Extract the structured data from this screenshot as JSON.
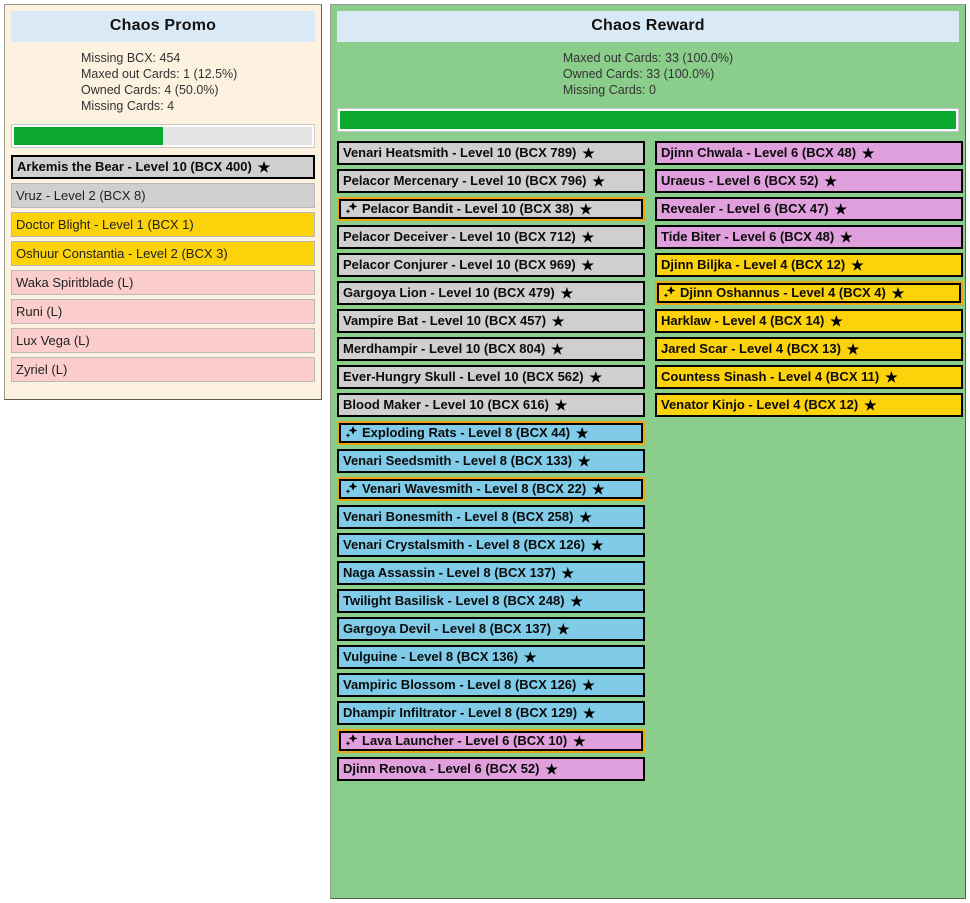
{
  "promo": {
    "title": "Chaos Promo",
    "stats": [
      "Missing BCX: 454",
      "Maxed out Cards: 1 (12.5%)",
      "Owned Cards: 4 (50.0%)",
      "Missing Cards: 4"
    ],
    "progress_percent": 50,
    "progress_color": "#0aa82c",
    "cards": [
      {
        "label": "Arkemis the Bear - Level 10 (BCX 400)",
        "rarity": "common",
        "maxed": true,
        "gold_foil": false,
        "style": "boxed"
      },
      {
        "label": "Vruz - Level 2 (BCX 8)",
        "rarity": "common",
        "maxed": false,
        "gold_foil": false,
        "style": "plain"
      },
      {
        "label": "Doctor Blight - Level 1 (BCX 1)",
        "rarity": "legendary",
        "maxed": false,
        "gold_foil": false,
        "style": "plain"
      },
      {
        "label": "Oshuur Constantia - Level 2 (BCX 3)",
        "rarity": "legendary",
        "maxed": false,
        "gold_foil": false,
        "style": "plain"
      },
      {
        "label": "Waka Spiritblade (L)",
        "rarity": "missing",
        "maxed": false,
        "gold_foil": false,
        "style": "plain"
      },
      {
        "label": "Runi (L)",
        "rarity": "missing",
        "maxed": false,
        "gold_foil": false,
        "style": "plain"
      },
      {
        "label": "Lux Vega (L)",
        "rarity": "missing",
        "maxed": false,
        "gold_foil": false,
        "style": "plain"
      },
      {
        "label": "Zyriel (L)",
        "rarity": "missing",
        "maxed": false,
        "gold_foil": false,
        "style": "plain"
      }
    ]
  },
  "reward": {
    "title": "Chaos Reward",
    "stats": [
      "Maxed out Cards: 33 (100.0%)",
      "Owned Cards: 33 (100.0%)",
      "Missing Cards: 0"
    ],
    "progress_percent": 100,
    "progress_color": "#0aa82c",
    "column_left": [
      {
        "label": "Venari Heatsmith - Level 10 (BCX 789)",
        "rarity": "common",
        "maxed": true,
        "gold_foil": false
      },
      {
        "label": "Pelacor Mercenary - Level 10 (BCX 796)",
        "rarity": "common",
        "maxed": true,
        "gold_foil": false
      },
      {
        "label": "Pelacor Bandit - Level 10 (BCX 38)",
        "rarity": "common",
        "maxed": true,
        "gold_foil": true
      },
      {
        "label": "Pelacor Deceiver - Level 10 (BCX 712)",
        "rarity": "common",
        "maxed": true,
        "gold_foil": false
      },
      {
        "label": "Pelacor Conjurer - Level 10 (BCX 969)",
        "rarity": "common",
        "maxed": true,
        "gold_foil": false
      },
      {
        "label": "Gargoya Lion - Level 10 (BCX 479)",
        "rarity": "common",
        "maxed": true,
        "gold_foil": false
      },
      {
        "label": "Vampire Bat - Level 10 (BCX 457)",
        "rarity": "common",
        "maxed": true,
        "gold_foil": false
      },
      {
        "label": "Merdhampir - Level 10 (BCX 804)",
        "rarity": "common",
        "maxed": true,
        "gold_foil": false
      },
      {
        "label": "Ever-Hungry Skull - Level 10 (BCX 562)",
        "rarity": "common",
        "maxed": true,
        "gold_foil": false
      },
      {
        "label": "Blood Maker - Level 10 (BCX 616)",
        "rarity": "common",
        "maxed": true,
        "gold_foil": false
      },
      {
        "label": "Exploding Rats - Level 8 (BCX 44)",
        "rarity": "rare",
        "maxed": true,
        "gold_foil": true
      },
      {
        "label": "Venari Seedsmith - Level 8 (BCX 133)",
        "rarity": "rare",
        "maxed": true,
        "gold_foil": false
      },
      {
        "label": "Venari Wavesmith - Level 8 (BCX 22)",
        "rarity": "rare",
        "maxed": true,
        "gold_foil": true
      },
      {
        "label": "Venari Bonesmith - Level 8 (BCX 258)",
        "rarity": "rare",
        "maxed": true,
        "gold_foil": false
      },
      {
        "label": "Venari Crystalsmith - Level 8 (BCX 126)",
        "rarity": "rare",
        "maxed": true,
        "gold_foil": false
      },
      {
        "label": "Naga Assassin - Level 8 (BCX 137)",
        "rarity": "rare",
        "maxed": true,
        "gold_foil": false
      },
      {
        "label": "Twilight Basilisk - Level 8 (BCX 248)",
        "rarity": "rare",
        "maxed": true,
        "gold_foil": false
      },
      {
        "label": "Gargoya Devil - Level 8 (BCX 137)",
        "rarity": "rare",
        "maxed": true,
        "gold_foil": false
      },
      {
        "label": "Vulguine - Level 8 (BCX 136)",
        "rarity": "rare",
        "maxed": true,
        "gold_foil": false
      },
      {
        "label": "Vampiric Blossom - Level 8 (BCX 126)",
        "rarity": "rare",
        "maxed": true,
        "gold_foil": false
      },
      {
        "label": "Dhampir Infiltrator - Level 8 (BCX 129)",
        "rarity": "rare",
        "maxed": true,
        "gold_foil": false
      },
      {
        "label": "Lava Launcher - Level 6 (BCX 10)",
        "rarity": "epic",
        "maxed": true,
        "gold_foil": true
      },
      {
        "label": "Djinn Renova - Level 6 (BCX 52)",
        "rarity": "epic",
        "maxed": true,
        "gold_foil": false
      }
    ],
    "column_right": [
      {
        "label": "Djinn Chwala - Level 6 (BCX 48)",
        "rarity": "epic",
        "maxed": true,
        "gold_foil": false
      },
      {
        "label": "Uraeus - Level 6 (BCX 52)",
        "rarity": "epic",
        "maxed": true,
        "gold_foil": false
      },
      {
        "label": "Revealer - Level 6 (BCX 47)",
        "rarity": "epic",
        "maxed": true,
        "gold_foil": false
      },
      {
        "label": "Tide Biter - Level 6 (BCX 48)",
        "rarity": "epic",
        "maxed": true,
        "gold_foil": false
      },
      {
        "label": "Djinn Biljka - Level 4 (BCX 12)",
        "rarity": "legendary",
        "maxed": true,
        "gold_foil": false
      },
      {
        "label": "Djinn Oshannus - Level 4 (BCX 4)",
        "rarity": "legendary",
        "maxed": true,
        "gold_foil": true
      },
      {
        "label": "Harklaw - Level 4 (BCX 14)",
        "rarity": "legendary",
        "maxed": true,
        "gold_foil": false
      },
      {
        "label": "Jared Scar - Level 4 (BCX 13)",
        "rarity": "legendary",
        "maxed": true,
        "gold_foil": false
      },
      {
        "label": "Countess Sinash - Level 4 (BCX 11)",
        "rarity": "legendary",
        "maxed": true,
        "gold_foil": false
      },
      {
        "label": "Venator Kinjo - Level 4 (BCX 12)",
        "rarity": "legendary",
        "maxed": true,
        "gold_foil": false
      }
    ]
  },
  "icons": {
    "maxed_star": "★",
    "gold_foil": "sparkle-icon"
  },
  "colors": {
    "common": "#cfcfcf",
    "rare": "#7fcbe8",
    "epic": "#e0a0dd",
    "legendary": "#fcd20a",
    "missing": "#fbcdcd",
    "promo_bg": "#fdf2e0",
    "reward_bg": "#8bcd8b",
    "header_bg": "#d9e9f5",
    "progress_fill": "#0aa82c",
    "gold_foil_border": "#e8a811"
  }
}
